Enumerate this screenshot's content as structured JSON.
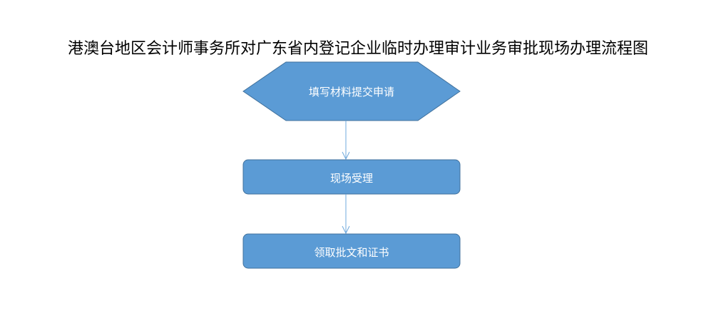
{
  "title": "港澳台地区会计师事务所对广东省内登记企业临时办理审计业务审批现场办理流程图",
  "steps": [
    {
      "label": "填写材料提交申请",
      "shape": "hexagon"
    },
    {
      "label": "现场受理",
      "shape": "rounded-rect"
    },
    {
      "label": "领取批文和证书",
      "shape": "rounded-rect"
    }
  ],
  "colors": {
    "fill": "#5B9BD5",
    "stroke": "#41719C",
    "arrow": "#6FA8DC"
  }
}
